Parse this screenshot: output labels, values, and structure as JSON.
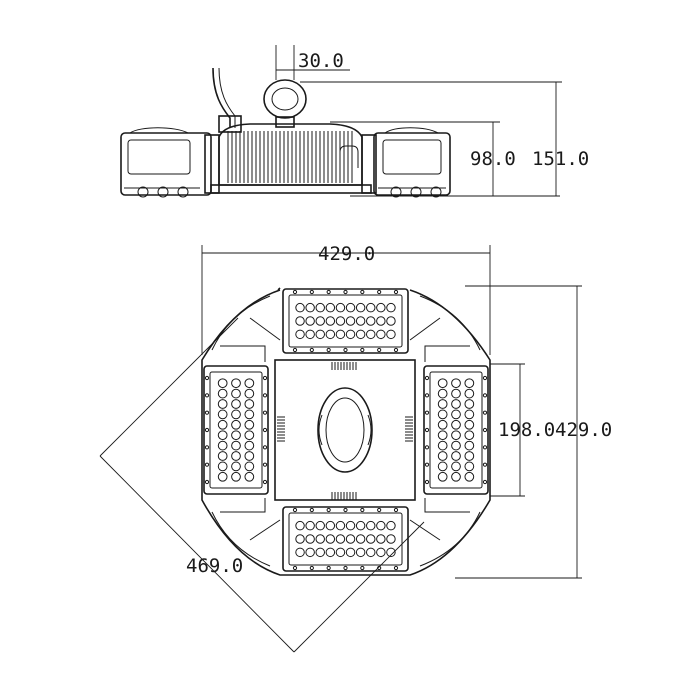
{
  "drawing": {
    "side_view": {
      "eyebolt_width": "30.0",
      "body_height": "98.0",
      "total_height": "151.0"
    },
    "top_view": {
      "overall_width": "429.0",
      "overall_height": "429.0",
      "module_length": "198.0",
      "diagonal": "469.0"
    }
  }
}
